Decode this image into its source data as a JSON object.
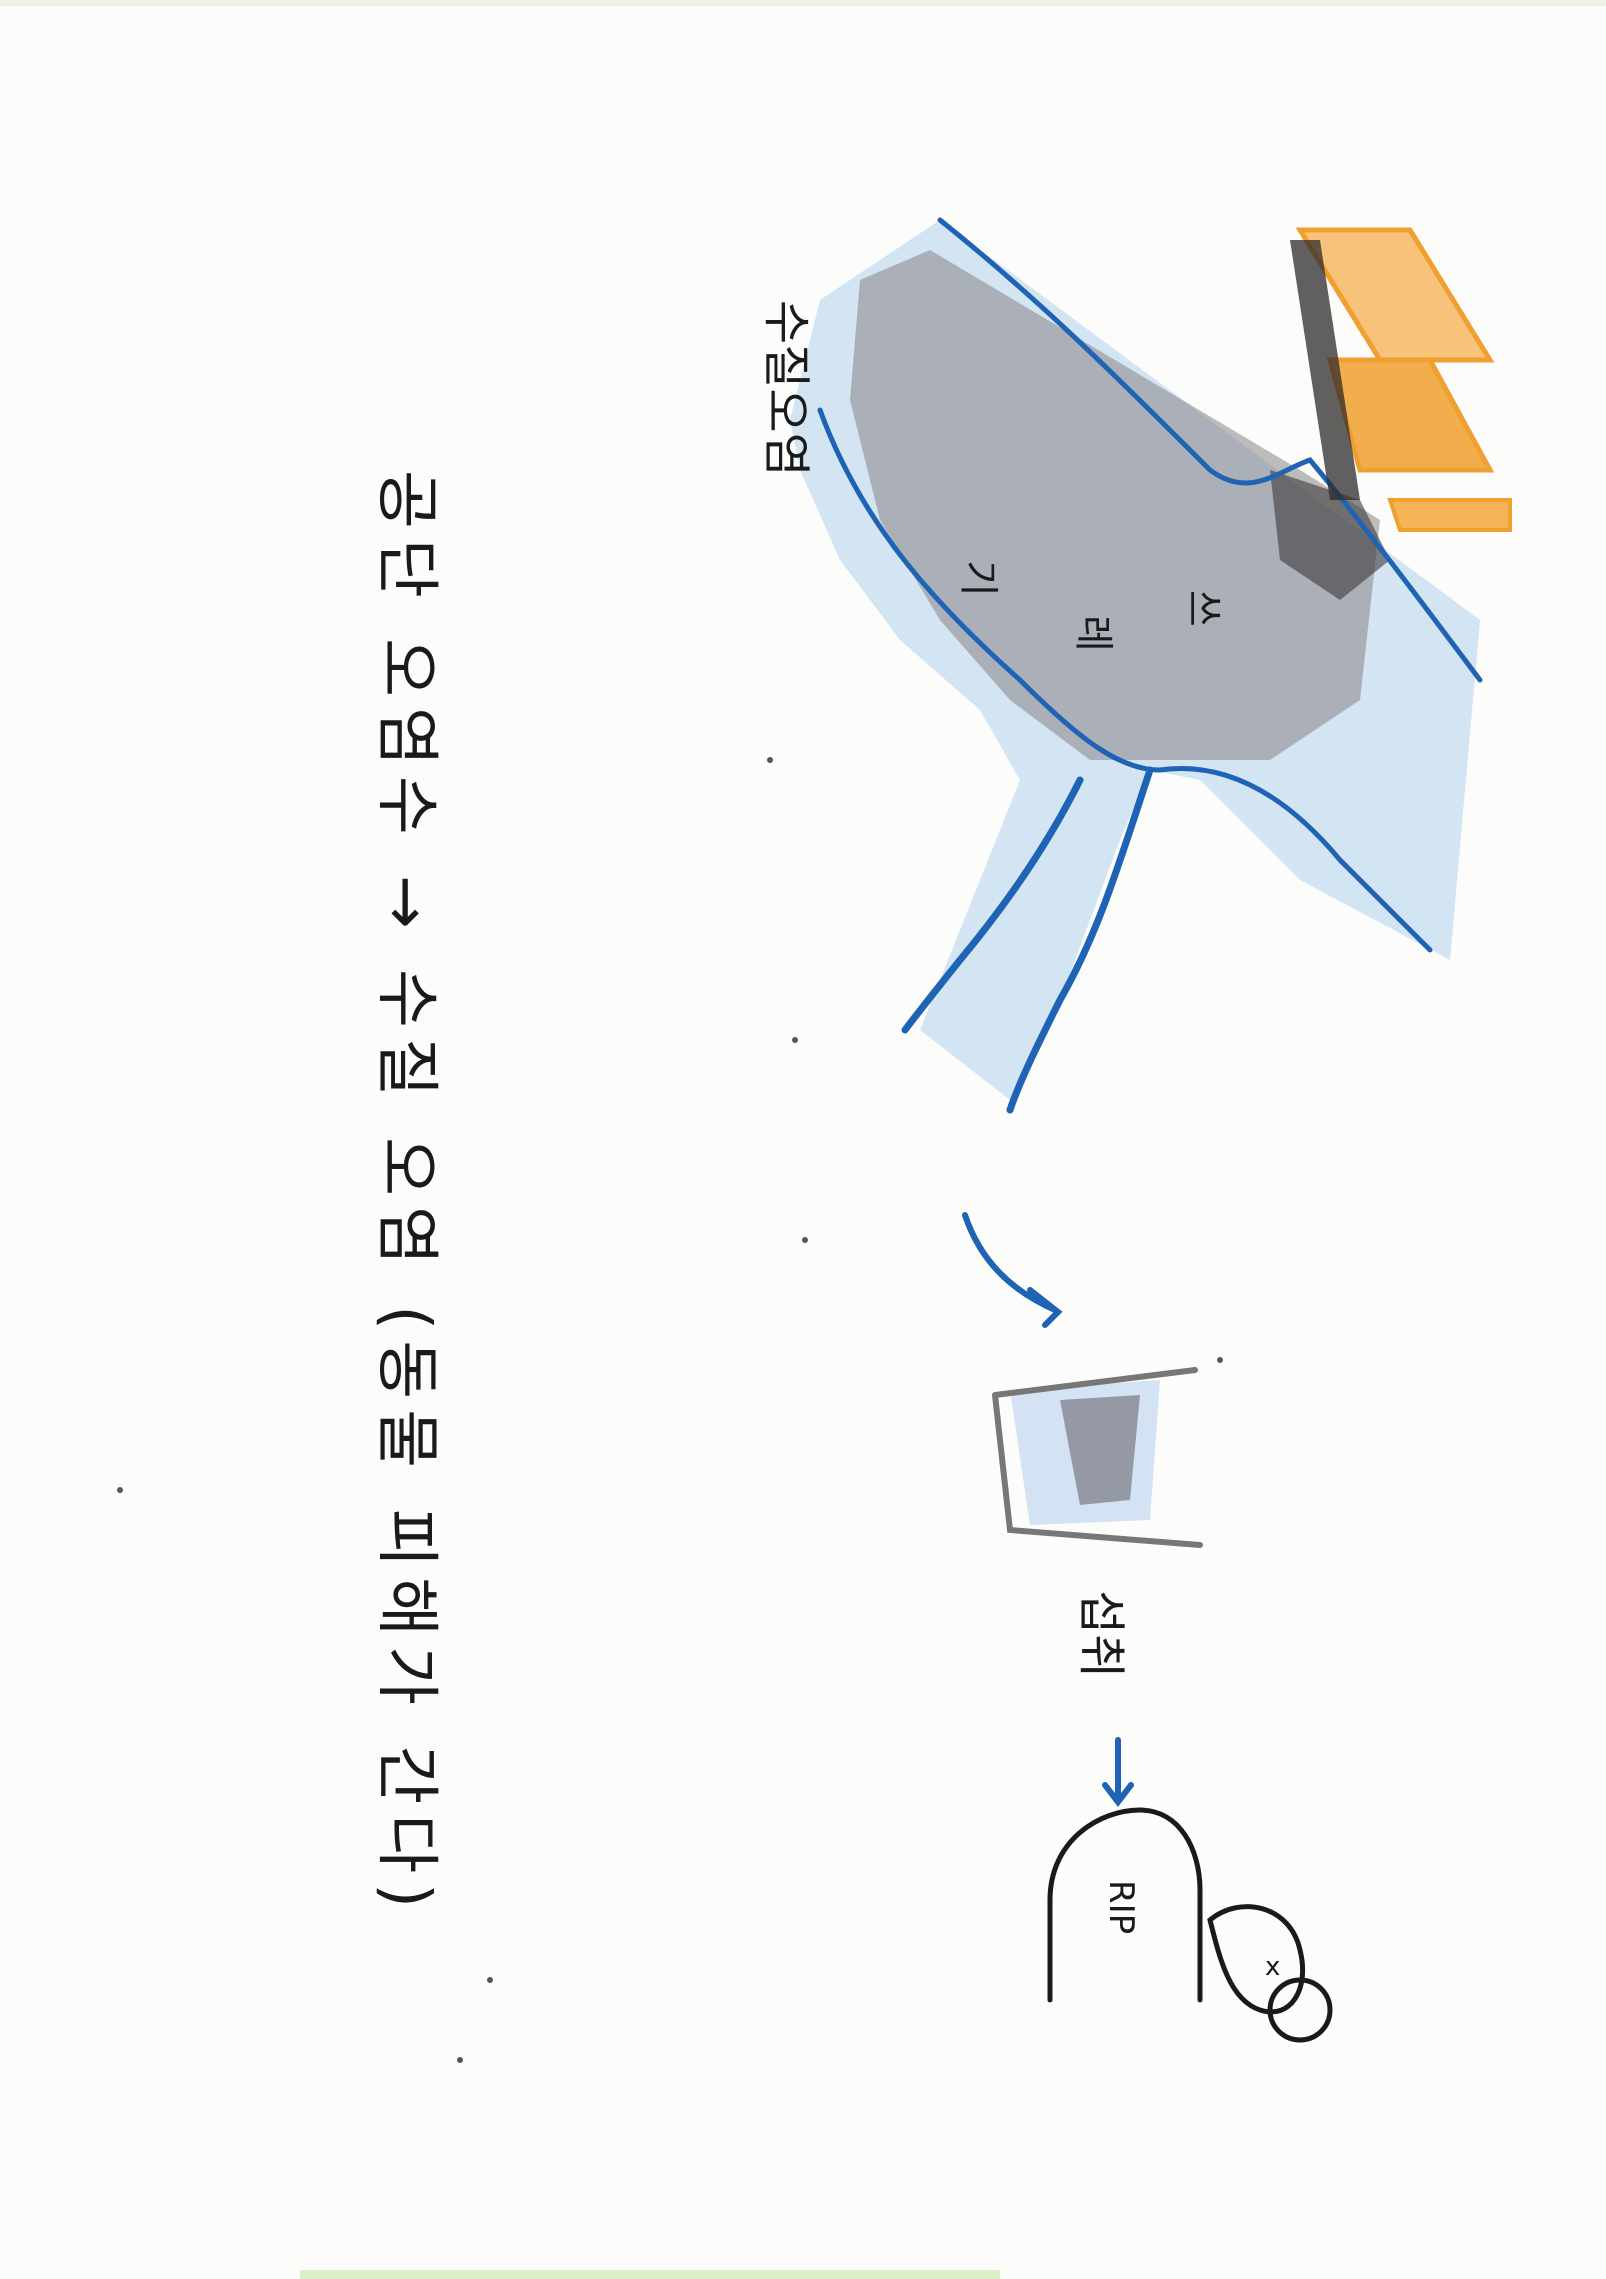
{
  "drawing": {
    "river_label": "수질오염",
    "river_text_1": "쓰",
    "river_text_2": "레",
    "river_text_3": "기",
    "arrow_step_label": "섭취",
    "tombstone_text": "RIP",
    "caption": "공단 오염수 → 수질 오염 (동물 피해가 간다)"
  },
  "colors": {
    "river_outline": "#1f63b5",
    "river_fill": "#a9cbe8",
    "pollution": "#5b5656",
    "factory": "#f0a030",
    "ink": "#1a1a1a"
  }
}
